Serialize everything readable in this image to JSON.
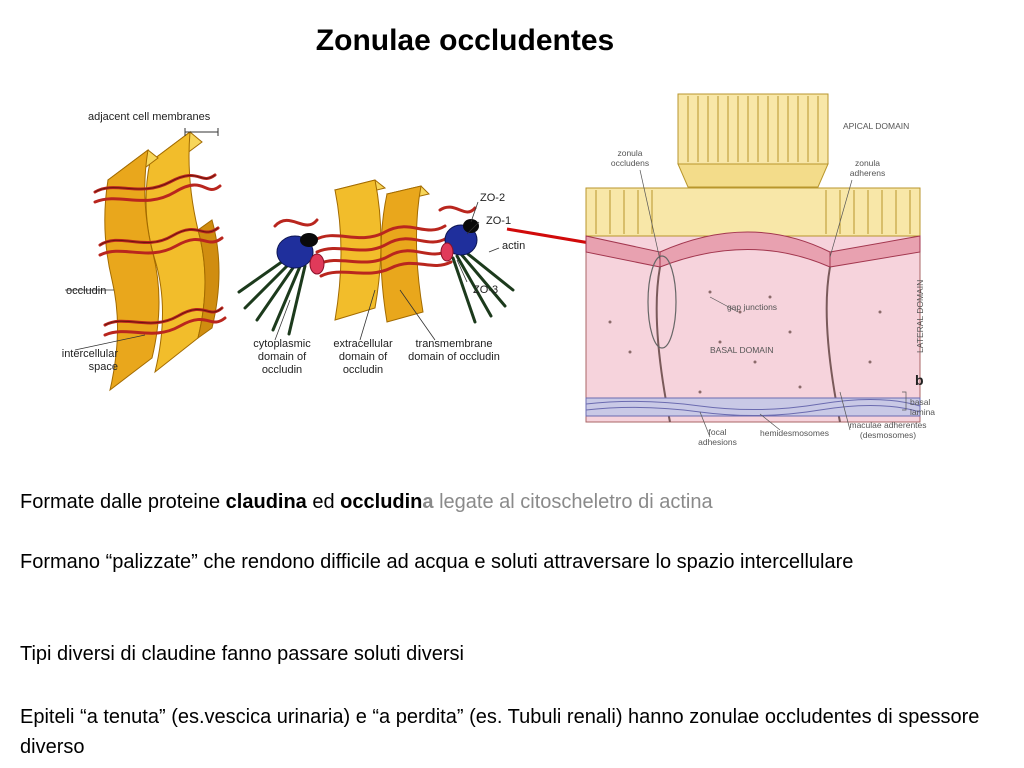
{
  "title": "Zonulae occludentes",
  "diagram_left": {
    "label_membranes": "adjacent cell membranes",
    "label_occludin": "occludin",
    "label_space": "intercellular space"
  },
  "diagram_middle": {
    "label_zo2": "ZO-2",
    "label_zo1": "ZO-1",
    "label_actin": "actin",
    "label_zo3": "ZO-3",
    "label_cyto": "cytoplasmic domain of occludin",
    "label_extra": "extracellular domain of occludin",
    "label_trans": "transmembrane domain of occludin"
  },
  "diagram_right": {
    "apical": "APICAL DOMAIN",
    "zonula_occludens": "zonula occludens",
    "zonula_adherens": "zonula adherens",
    "lateral": "LATERAL DOMAIN",
    "gap": "gap junctions",
    "basal_domain": "BASAL DOMAIN",
    "letter_b": "b",
    "basal_lamina": "basal lamina",
    "focal": "focal adhesions",
    "hemides": "hemidesmosomes",
    "maculae": "maculae adherentes (desmosomes)"
  },
  "bullets": {
    "b1_pre": "Formate dalle proteine ",
    "b1_claudina": "claudina",
    "b1_mid": " ed ",
    "b1_occludi": "occludin",
    "b1_a": "a",
    "b1_rest": " legate al citoscheletro di actina",
    "b2": "Formano “palizzate” che rendono difficile ad acqua e soluti attraversare lo spazio intercellulare",
    "b3": "Tipi diversi di claudine fanno passare soluti diversi",
    "b4": "Epiteli “a tenuta” (es.vescica urinaria) e “a perdita” (es. Tubuli renali) hanno zonulae occludentes di spessore diverso"
  },
  "colors": {
    "membrane_yellow": "#f2bd2b",
    "membrane_dark": "#c98a0a",
    "strand_red": "#b9261e",
    "zo_blue": "#1f2f9c",
    "arrow_red": "#d10a0a",
    "cell_pink": "#f6d3dc"
  }
}
